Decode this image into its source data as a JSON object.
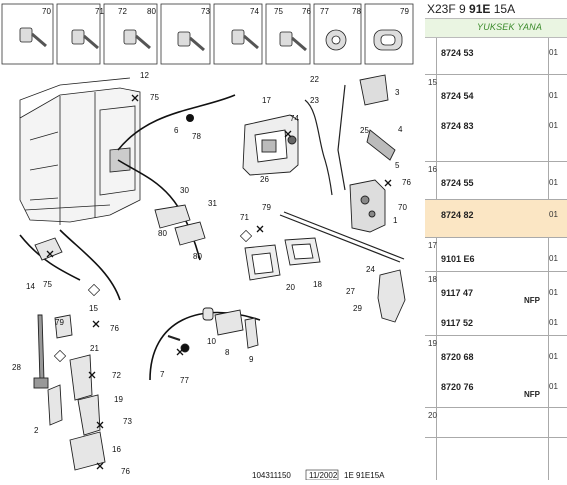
{
  "header": {
    "prefix": "X23F 9 ",
    "bold": "91E",
    "suffix": " 15A"
  },
  "subheader": {
    "label": "YUKSEK YANA"
  },
  "top_parts": [
    "70",
    "71",
    "72",
    "80",
    "73",
    "74",
    "75",
    "76",
    "77",
    "78",
    "79"
  ],
  "callouts": [
    "12",
    "75",
    "6",
    "78",
    "17",
    "74",
    "22",
    "23",
    "3",
    "25",
    "4",
    "5",
    "76",
    "70",
    "1",
    "26",
    "30",
    "80",
    "31",
    "80",
    "79",
    "71",
    "14",
    "75",
    "20",
    "18",
    "24",
    "27",
    "29",
    "15",
    "76",
    "79",
    "28",
    "21",
    "72",
    "19",
    "73",
    "2",
    "16",
    "76",
    "10",
    "8",
    "9",
    "7",
    "77"
  ],
  "footer": {
    "a": "104311150",
    "b": "11/2002",
    "c": "1E 91E15A"
  },
  "table": [
    {
      "num": "",
      "refs": [
        {
          "ref": "8724 53",
          "qty": "01",
          "code": ""
        }
      ],
      "highlight": false
    },
    {
      "num": "15",
      "refs": [
        {
          "ref": "8724 54",
          "qty": "01",
          "code": ""
        },
        {
          "ref": "8724 83",
          "qty": "01",
          "code": ""
        }
      ],
      "highlight": false
    },
    {
      "num": "16",
      "refs": [
        {
          "ref": "8724 55",
          "qty": "01",
          "code": ""
        }
      ],
      "highlight": false
    },
    {
      "num": "",
      "refs": [
        {
          "ref": "8724 82",
          "qty": "01",
          "code": ""
        }
      ],
      "highlight": true
    },
    {
      "num": "17",
      "refs": [
        {
          "ref": "9101 E6",
          "qty": "01",
          "code": ""
        }
      ],
      "highlight": false
    },
    {
      "num": "18",
      "refs": [
        {
          "ref": "9117 47",
          "qty": "01",
          "code": "NFP"
        },
        {
          "ref": "9117 52",
          "qty": "01",
          "code": ""
        }
      ],
      "highlight": false
    },
    {
      "num": "19",
      "refs": [
        {
          "ref": "8720 68",
          "qty": "01",
          "code": ""
        },
        {
          "ref": "8720 76",
          "qty": "01",
          "code": "NFP"
        }
      ],
      "highlight": false
    },
    {
      "num": "20",
      "refs": [],
      "highlight": false
    }
  ]
}
